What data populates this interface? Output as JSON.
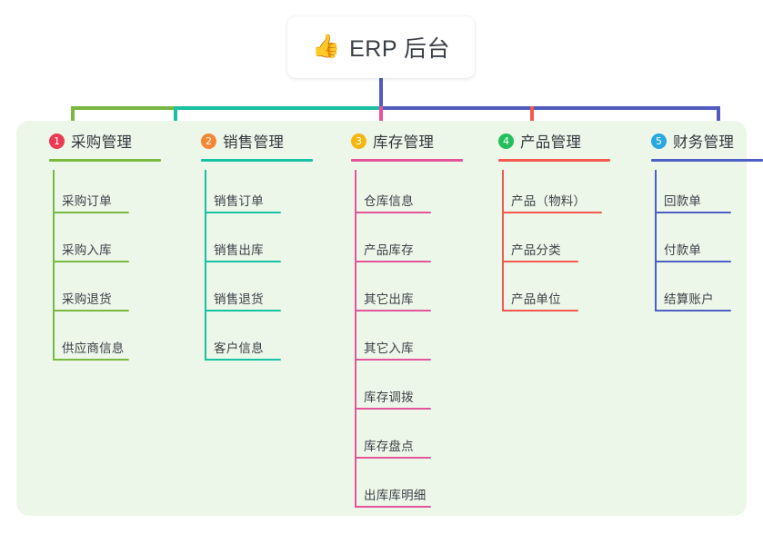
{
  "root": {
    "icon": "thumbs-up-icon",
    "icon_glyph": "👍",
    "title": "ERP 后台"
  },
  "palette": {
    "panel_background": "#edf7e9",
    "page_background": "#ffffff",
    "trunk": "#4f5bbf",
    "bar_left": "#7ab544",
    "bar_mid": "#18bfa0",
    "bar_right": "#4f5bbf",
    "text": "#3b4048"
  },
  "columns": [
    {
      "index": "1",
      "badge_glyph": "1",
      "badge_color": "#ea3b52",
      "line_color": "#7ab93f",
      "drop_color": "#7ab93f",
      "title": "采购管理",
      "leaves": [
        "采购订单",
        "采购入库",
        "采购退货",
        "供应商信息"
      ]
    },
    {
      "index": "2",
      "badge_glyph": "2",
      "badge_color": "#f58634",
      "line_color": "#17c2a4",
      "drop_color": "#17c2a4",
      "title": "销售管理",
      "leaves": [
        "销售订单",
        "销售出库",
        "销售退货",
        "客户信息"
      ]
    },
    {
      "index": "3",
      "badge_glyph": "3",
      "badge_color": "#f5b612",
      "line_color": "#e4549c",
      "drop_color": "#e8509a",
      "title": "库存管理",
      "leaves": [
        "仓库信息",
        "产品库存",
        "其它出库",
        "其它入库",
        "库存调拨",
        "库存盘点",
        "出库库明细"
      ]
    },
    {
      "index": "4",
      "badge_glyph": "4",
      "badge_color": "#23bf5c",
      "line_color": "#f4584f",
      "drop_color": "#f4584f",
      "title": "产品管理",
      "leaves": [
        "产品（物料）",
        "产品分类",
        "产品单位"
      ]
    },
    {
      "index": "5",
      "badge_glyph": "5",
      "badge_color": "#29a7e0",
      "line_color": "#4d5fc4",
      "drop_color": "#4f5bbf",
      "title": "财务管理",
      "leaves": [
        "回款单",
        "付款单",
        "结算账户"
      ]
    }
  ]
}
